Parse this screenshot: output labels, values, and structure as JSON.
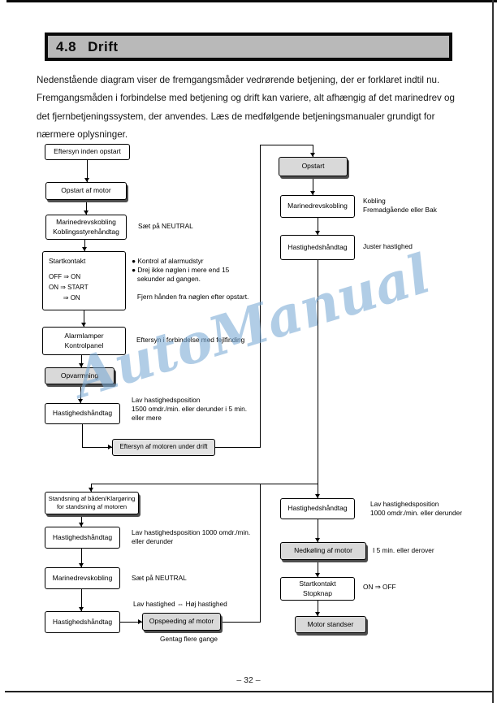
{
  "header": {
    "section_number": "4.8",
    "title": "Drift"
  },
  "intro": "Nedenstående diagram viser de fremgangsmåder vedrørende betjening, der er forklaret indtil nu. Fremgangsmåden i forbindelse med betjening og drift kan variere, alt afhængig af det marinedrev og det fjernbetjeningssystem, der anvendes. Læs de medfølgende betjeningsmanualer grundigt for nærmere oplysninger.",
  "watermark": "AutoManual",
  "footer": {
    "page_number": "– 32 –"
  },
  "flowchart": {
    "pre_start": {
      "inspection_before_start": "Eftersyn inden opstart",
      "engine_start": "Opstart af motor",
      "clutch": "Marinedrevskobling\nKoblingsstyrehåndtag",
      "clutch_note": "Sæt på NEUTRAL",
      "start_switch_title": "Startkontakt",
      "start_switch_body": "OFF ⇒ ON\nON ⇒ START\n        ⇒ ON",
      "start_switch_notes": "● Kontrol af alarmudstyr\n● Drej ikke nøglen i mere end 15\n   sekunder ad gangen.\n\n   Fjern hånden fra nøglen efter opstart.",
      "alarm_lamps": "Alarmlamper\nKontrolpanel",
      "alarm_lamps_note": "Eftersyn i forbindelse med fejlfinding",
      "warm_up": "Opvarmning",
      "speed_lever": "Hastighedshåndtag",
      "speed_lever_note": "Lav hastighedsposition\n1500 omdr./min. eller derunder i 5 min.\neller mere",
      "inspection_during_operation": "Eftersyn af motoren under drift"
    },
    "cruising": {
      "start": "Opstart",
      "clutch": "Marinedrevskobling",
      "clutch_note": "Kobling\nFremadgående eller Bak",
      "speed_lever": "Hastighedshåndtag",
      "speed_lever_note": "Juster hastighed"
    },
    "stopping": {
      "prepare_stop": "Standsning af båden/Klargøring\nfor standsning af motoren",
      "speed_lever1": "Hastighedshåndtag",
      "speed_lever1_note": "Lav hastighedsposition 1000 omdr./min.\neller derunder",
      "clutch": "Marinedrevskobling",
      "clutch_note": "Sæt på NEUTRAL",
      "speed_lever2": "Hastighedshåndtag",
      "racing_note_top": "Lav hastighed ⇔ Høj hastighed",
      "racing": "Opspeeding af motor",
      "racing_note_bottom": "Gentag flere gange"
    },
    "cooldown": {
      "speed_lever": "Hastighedshåndtag",
      "speed_lever_note": "Lav hastighedsposition\n1000 omdr./min. eller derunder",
      "cooling": "Nedkøling af motor",
      "cooling_note": "I 5 min. eller derover",
      "stop_switch": "Startkontakt\nStopknap",
      "stop_switch_note": "ON ⇒ OFF",
      "engine_stops": "Motor standser"
    }
  }
}
